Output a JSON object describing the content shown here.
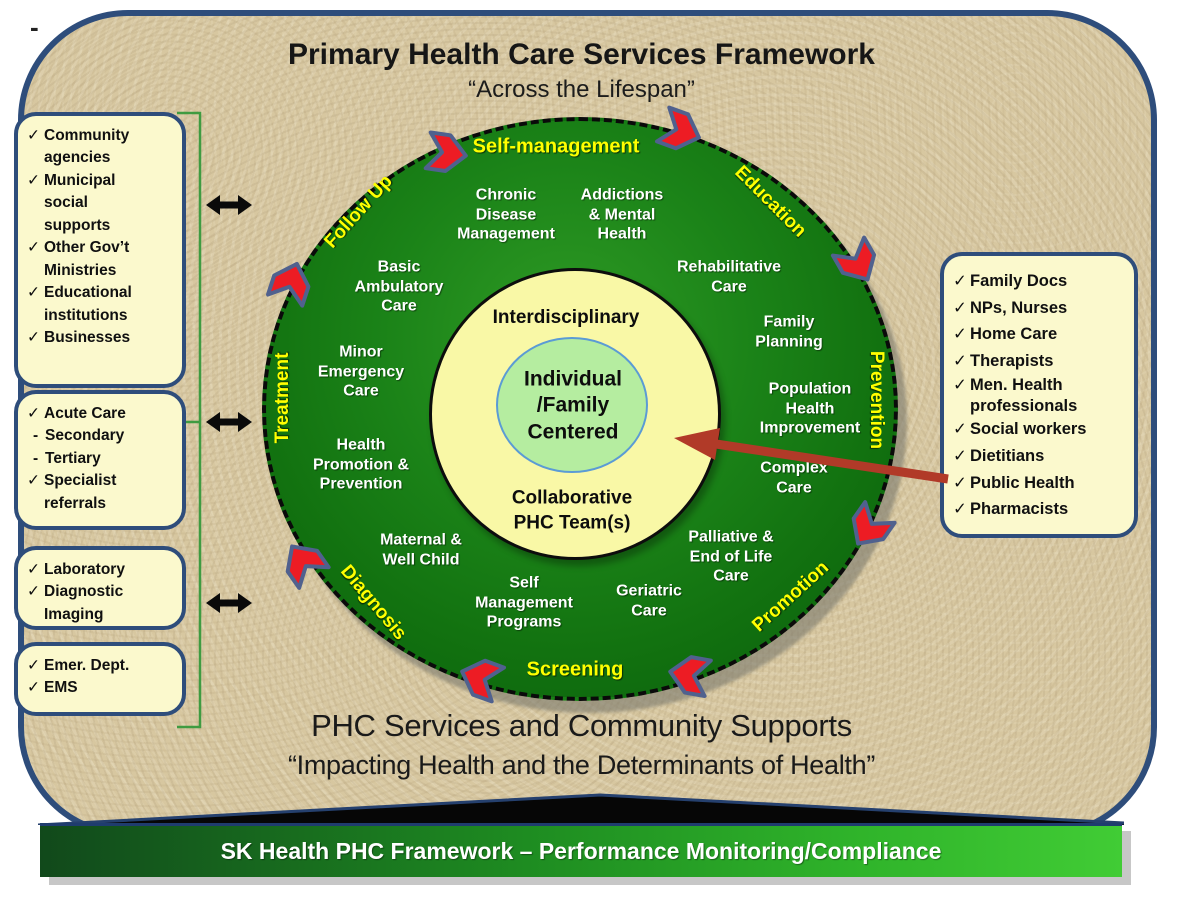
{
  "glyphs": {
    "check": "✓",
    "dash": "-",
    "corner_dash": "-"
  },
  "header": {
    "title": "Primary Health Care Services Framework",
    "subtitle": "“Across the Lifespan”"
  },
  "left_panel": {
    "boxes": [
      {
        "items": [
          {
            "b": "✓",
            "t": "Community\nagencies"
          },
          {
            "b": "✓",
            "t": "Municipal\nsocial\nsupports"
          },
          {
            "b": "✓",
            "t": "Other Gov’t\nMinistries"
          },
          {
            "b": "✓",
            "t": "Educational\ninstitutions"
          },
          {
            "b": "✓",
            "t": "Businesses"
          }
        ]
      },
      {
        "items": [
          {
            "b": "✓",
            "t": "Acute Care"
          },
          {
            "b": "-",
            "t": "Secondary"
          },
          {
            "b": "-",
            "t": "Tertiary"
          },
          {
            "b": "✓",
            "t": "Specialist\nreferrals"
          }
        ]
      },
      {
        "items": [
          {
            "b": "✓",
            "t": "Laboratory"
          },
          {
            "b": "✓",
            "t": "Diagnostic\nImaging"
          }
        ]
      },
      {
        "items": [
          {
            "b": "✓",
            "t": "Emer. Dept."
          },
          {
            "b": "✓",
            "t": "EMS"
          }
        ]
      }
    ]
  },
  "right_panel": {
    "items": [
      {
        "b": "✓",
        "t": "Family Docs"
      },
      {
        "b": "✓",
        "t": "NPs, Nurses"
      },
      {
        "b": "✓",
        "t": "Home Care"
      },
      {
        "b": "✓",
        "t": "Therapists"
      },
      {
        "b": "✓",
        "t": "Men. Health\nprofessionals"
      },
      {
        "b": "✓",
        "t": "Social workers"
      },
      {
        "b": "✓",
        "t": "Dietitians"
      },
      {
        "b": "✓",
        "t": "Public Health"
      },
      {
        "b": "✓",
        "t": "Pharmacists"
      }
    ]
  },
  "circle": {
    "stages": {
      "self_management": "Self-management",
      "education": "Education",
      "prevention": "Prevention",
      "promotion": "Promotion",
      "screening": "Screening",
      "diagnosis": "Diagnosis",
      "treatment": "Treatment",
      "follow_up": "Follow Up"
    },
    "services": {
      "chronic": "Chronic\nDisease\nManagement",
      "addictions": "Addictions\n& Mental\nHealth",
      "rehabilitative": "Rehabilitative\nCare",
      "family_planning": "Family\nPlanning",
      "population": "Population\nHealth\nImprovement",
      "complex": "Complex\nCare",
      "palliative": "Palliative &\nEnd of Life\nCare",
      "geriatric": "Geriatric\nCare",
      "self_mgmt": "Self\nManagement\nPrograms",
      "maternal": "Maternal &\nWell Child",
      "health_promo": "Health\nPromotion &\nPrevention",
      "minor_emerg": "Minor\nEmergency\nCare",
      "basic_amb": "Basic\nAmbulatory\nCare"
    },
    "core": {
      "interdisciplinary": "Interdisciplinary",
      "center": "Individual\n/Family\nCentered",
      "collaborative": "Collaborative\nPHC Team(s)"
    }
  },
  "footer": {
    "line1": "PHC Services and Community Supports",
    "line2": "“Impacting Health and the Determinants of Health”",
    "banner": "SK Health PHC  Framework – Performance Monitoring/Compliance"
  },
  "colors": {
    "board_tan": "#d7c7a0",
    "border_navy": "#2e4d7b",
    "box_cream": "#fbf9cd",
    "ring_green": "#11700f",
    "core_yellow": "#f9f8a6",
    "center_green": "#b5eda0",
    "label_yellow": "#ffff00",
    "chevron_red": "#ed1c24",
    "referral_red": "#b13a28",
    "banner_green": "#2fb32a",
    "bracket_green": "#3f9b41"
  }
}
